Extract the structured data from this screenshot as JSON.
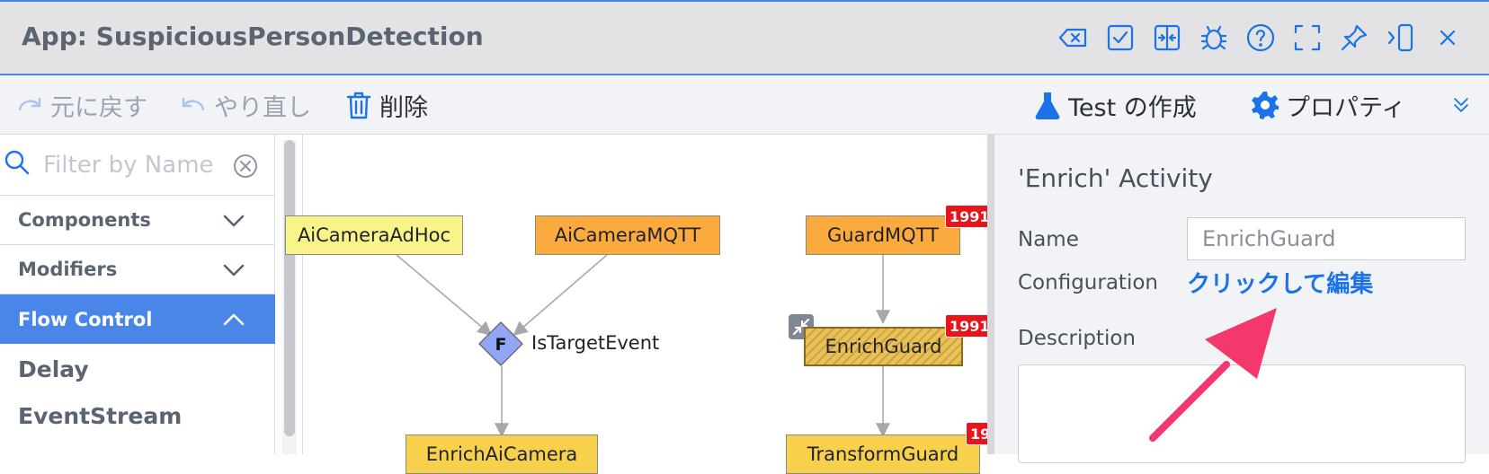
{
  "titlebar": {
    "title": "App: SuspiciousPersonDetection",
    "icons": [
      "backspace-icon",
      "checkbox-icon",
      "split-icon",
      "bug-icon",
      "help-icon",
      "fullscreen-icon",
      "pin-icon",
      "dock-icon",
      "close-icon"
    ]
  },
  "toolbar": {
    "undo": "元に戻す",
    "redo": "やり直し",
    "delete": "削除",
    "create_test": "Test の作成",
    "properties": "プロパティ"
  },
  "palette": {
    "search_placeholder": "Filter by Name",
    "categories": [
      {
        "label": "Components",
        "expanded": false
      },
      {
        "label": "Modifiers",
        "expanded": false
      },
      {
        "label": "Flow Control",
        "expanded": true
      }
    ],
    "items": [
      "Delay",
      "EventStream"
    ]
  },
  "canvas": {
    "nodes": {
      "ai_camera_adhoc": "AiCameraAdHoc",
      "ai_camera_mqtt": "AiCameraMQTT",
      "guard_mqtt": "GuardMQTT",
      "enrich_guard": "EnrichGuard",
      "enrich_ai_camera": "EnrichAiCamera",
      "transform_guard": "TransformGuard"
    },
    "filter": {
      "glyph": "F",
      "label": "IsTargetEvent"
    },
    "badges": {
      "guard_mqtt": "1991",
      "enrich_guard": "1991",
      "transform_guard": "19"
    }
  },
  "properties": {
    "title": "'Enrich' Activity",
    "name_label": "Name",
    "name_value": "EnrichGuard",
    "config_label": "Configuration",
    "config_link": "クリックして編集",
    "description_label": "Description"
  },
  "colors": {
    "accent": "#1a73e8",
    "selected_category": "#4a86e8",
    "badge": "#e8131b",
    "arrow": "#f2386c",
    "source_node": "#fbab3e",
    "activity_node": "#f7d04c"
  }
}
